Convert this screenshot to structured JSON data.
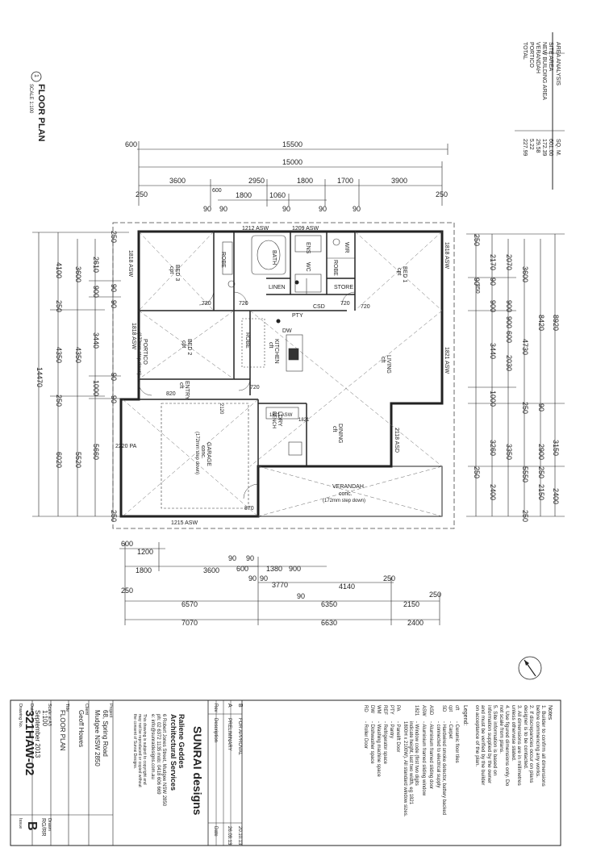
{
  "area_analysis": {
    "title": "AREA ANALYSIS",
    "rows": [
      {
        "label": "SITE AREA",
        "value": "601.00",
        "unit": "SQ. M."
      },
      {
        "label": "NEW BUILDING AREA",
        "value": "172.39"
      },
      {
        "label": "VERANDAH",
        "value": "29.58"
      },
      {
        "label": "PORTICO",
        "value": "5.22"
      },
      {
        "label": "TOTAL",
        "value": "227.99"
      }
    ]
  },
  "plan": {
    "number": "1",
    "title": "FLOOR PLAN",
    "scale": "SCALE 1:100"
  },
  "dims": {
    "top": {
      "d600": "600",
      "d15500": "15500",
      "d15000": "15000",
      "d3600": "3600",
      "d2950": "2950",
      "d1800a": "1800",
      "d1700": "1700",
      "d3900": "3900",
      "d600b": "600",
      "d1800b": "1800",
      "d1060": "1060",
      "d250a": "250",
      "d90a": "90",
      "d90b": "90",
      "d90c": "90",
      "d90d": "90",
      "d90e": "90",
      "d250b": "250"
    },
    "left": {
      "d14470": "14470",
      "d4100": "4100",
      "d4350a": "4350",
      "d6020": "6020",
      "d3600": "3600",
      "d4350b": "4350",
      "d5520": "5520",
      "d2610": "2610",
      "d900": "900",
      "d3440": "3440",
      "d1000": "1000",
      "d5660": "5660",
      "d250a": "250",
      "d250b": "250",
      "d250c": "250",
      "d250d": "250",
      "d90a": "90",
      "d90b": "90",
      "d90c": "90",
      "d90d": "90"
    },
    "right": {
      "d8920": "8920",
      "d8420": "8420",
      "d3600": "3600",
      "d4730": "4730",
      "d2070": "2070",
      "d2170": "2170",
      "d3440": "3440",
      "d2030": "2030",
      "d1000": "1000",
      "d900a": "900",
      "d900b": "900",
      "d900c": "900",
      "d600": "600",
      "d350": "350",
      "d3150": "3150",
      "d2900": "2900",
      "d3350": "3350",
      "d3260": "3260",
      "d5550": "5550",
      "d2150": "2150",
      "d2400a": "2400",
      "d2400b": "2400",
      "d250a": "250",
      "d250b": "250",
      "d250c": "250",
      "d250d": "250",
      "d250e": "250",
      "d90a": "90",
      "d90b": "90",
      "d90c": "90"
    },
    "bottom": {
      "d600": "600",
      "d1200": "1200",
      "d1800": "1800",
      "d3600": "3600",
      "d90a": "90",
      "d600b": "600",
      "d90b": "90",
      "d1380": "1380",
      "d900": "900",
      "d90c": "90",
      "d90d": "90",
      "d3770": "3770",
      "d4140": "4140",
      "d250a": "250",
      "d250b": "250",
      "d250c": "250",
      "d6570": "6570",
      "d6350": "6350",
      "d2150": "2150",
      "d90e": "90",
      "d7070": "7070",
      "d6630": "6630",
      "d2400": "2400"
    }
  },
  "rooms": {
    "bed3": "BED 3",
    "bed3_floor": "cpt",
    "bed1": "BED 1",
    "bed1_floor": "cpt",
    "bed2": "BED 2",
    "bed2_floor": "cpt",
    "robe1": "ROBE",
    "robe2": "ROBE",
    "robe3": "ROBE",
    "bath": "BATH",
    "ens": "ENS",
    "wc": "WC",
    "linen": "LINEN",
    "store": "STORE",
    "wir": "WIR",
    "csd": "CSD",
    "pty": "PTY",
    "dw": "DW",
    "kitchen": "KITCHEN",
    "kitchen_floor": "cft",
    "living": "LIVING",
    "living_floor": "cft",
    "dining": "DINING",
    "dining_floor": "cft",
    "entry": "ENTRY",
    "entry_floor": "cft",
    "ldry": "LDRY",
    "portico": "PORTICO",
    "portico_note": "(172mm step down)",
    "garage": "GARAGE",
    "garage_floor": "conc.",
    "garage_note": "(172mm step down)",
    "verandah": "VERANDAH",
    "verandah_floor": "conc.",
    "verandah_note": "(172mm step down)",
    "bench": "BENCH"
  },
  "window_tags": {
    "w1": "1212 ASW",
    "w2": "1209 ASW",
    "w3": "1818 ASW",
    "w4": "1818 ASW",
    "w5": "1818 ASW",
    "w6": "1821 ASW",
    "w7": "1821 ASW",
    "w8": "2118 ASD",
    "w9": "2220 PA",
    "w10": "1215 ASW",
    "w11": "1821",
    "d720a": "720",
    "d720b": "720",
    "d720c": "720",
    "d720d": "720",
    "d720e": "720",
    "d820": "820",
    "d870": "870",
    "d2120": "2120"
  },
  "notes": {
    "title": "Notes",
    "lines": [
      "1. Builder to confirm all dimensions",
      "before commencing any works.",
      "2. If discrepancies occur on plans",
      "designer is to be contacted.",
      "3. All dimensions are in millimetres",
      "unless otherwise stated.",
      "4. Use figured dimensions only. Do",
      "not scale from plans.",
      "5. Site information is based on",
      "information supplied by the owner",
      "and must be verified by the builder",
      "on acceptance of the plan."
    ],
    "legend_title": "Legend:",
    "legend": [
      {
        "code": "cft",
        "desc": "- Ceramic floor tiles"
      },
      {
        "code": "cpt",
        "desc": "- Carpet"
      },
      {
        "code": "SD",
        "desc": "- Hardwired smoke detector, battery backed"
      },
      {
        "code": "",
        "desc": "- connected to electrical supply"
      },
      {
        "code": "ASD",
        "desc": "- Aluminium framed sliding door"
      },
      {
        "code": "ASW",
        "desc": "- Aluminium framed sliding window"
      },
      {
        "code": "1821",
        "desc": "- Window code (first two digits"
      },
      {
        "code": "",
        "desc": "indicate height, last two width, eg 1821"
      },
      {
        "code": "",
        "desc": "1800H x 2100W). All standard window sizes."
      },
      {
        "code": "PA",
        "desc": "- Panelift Door"
      },
      {
        "code": "PTY",
        "desc": "- Pantry"
      },
      {
        "code": "REF",
        "desc": "- Refrigerator space"
      },
      {
        "code": "WM",
        "desc": "- Washing machine space"
      },
      {
        "code": "DW",
        "desc": "- Dishwasher space"
      },
      {
        "code": "RD",
        "desc": "- Roller Door"
      }
    ]
  },
  "title_block": {
    "rev_b": "B",
    "rev_a": "A",
    "rev_b_desc": "FOR APPROVAL",
    "rev_a_desc": "PRELIMINARY",
    "rev_b_date": "20.10.13",
    "rev_a_date": "26.09.13",
    "rev_col": "Rev",
    "desc_col": "Description",
    "date_col": "Date",
    "company": "SUNRAI designs",
    "designer_name": "Raliene Geddes",
    "designer_role": "Architectural Services",
    "address": "6 Robert Jones Street, Mudgee NSW 2850",
    "phone": "ph: 02 6372 1135 mob: 0418 606 669",
    "email": "e: info@sunraidesigns.com.au",
    "copyright": [
      "This drawing is subject to copyright and",
      "may not be reproduced or copied without",
      "the consent of Sunrai Designs."
    ],
    "project_label": "Project",
    "project_line1": "68, Spring Road",
    "project_line2": "Mudgee NSW 2850",
    "client_label": "Client",
    "client": "Geoff Howes",
    "title_label": "Title",
    "title": "FLOOR PLAN",
    "scale_label": "Scale at A3",
    "scale": "1:100",
    "date_label": "Date",
    "date": "September 2013",
    "drawn_label": "Drawn",
    "drawn": "RG/RR",
    "drawing_no_label": "Drawing No.",
    "drawing_no": "321HAW-02",
    "issue_label": "Issue",
    "issue": "B"
  }
}
